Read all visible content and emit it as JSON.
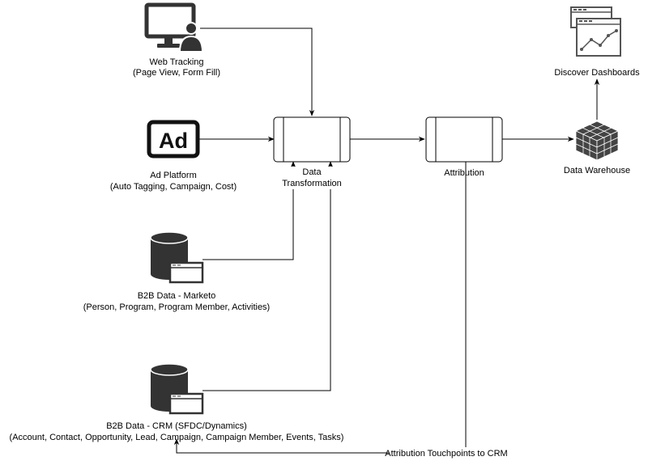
{
  "nodes": {
    "web_tracking": {
      "title": "Web Tracking",
      "detail": "(Page View, Form Fill)",
      "icon": "monitor-user-icon"
    },
    "ad_platform": {
      "title": "Ad Platform",
      "detail": "(Auto Tagging, Campaign, Cost)",
      "icon_text": "Ad",
      "icon": "ad-icon"
    },
    "marketo": {
      "title": "B2B Data - Marketo",
      "detail": "(Person, Program, Program Member, Activities)",
      "icon": "database-window-icon"
    },
    "crm": {
      "title": "B2B Data - CRM (SFDC/Dynamics)",
      "detail": "(Account, Contact, Opportunity, Lead, Campaign, Campaign Member, Events, Tasks)",
      "icon": "database-window-icon"
    },
    "data_transformation": {
      "line1": "Data",
      "line2": "Transformation"
    },
    "attribution": {
      "label": "Attribution"
    },
    "data_warehouse": {
      "label": "Data Warehouse",
      "icon": "cubes-icon"
    },
    "dashboards": {
      "label": "Discover Dashboards",
      "icon": "dashboard-windows-icon"
    }
  },
  "edges": {
    "touchpoints_label": "Attribution Touchpoints to CRM"
  }
}
